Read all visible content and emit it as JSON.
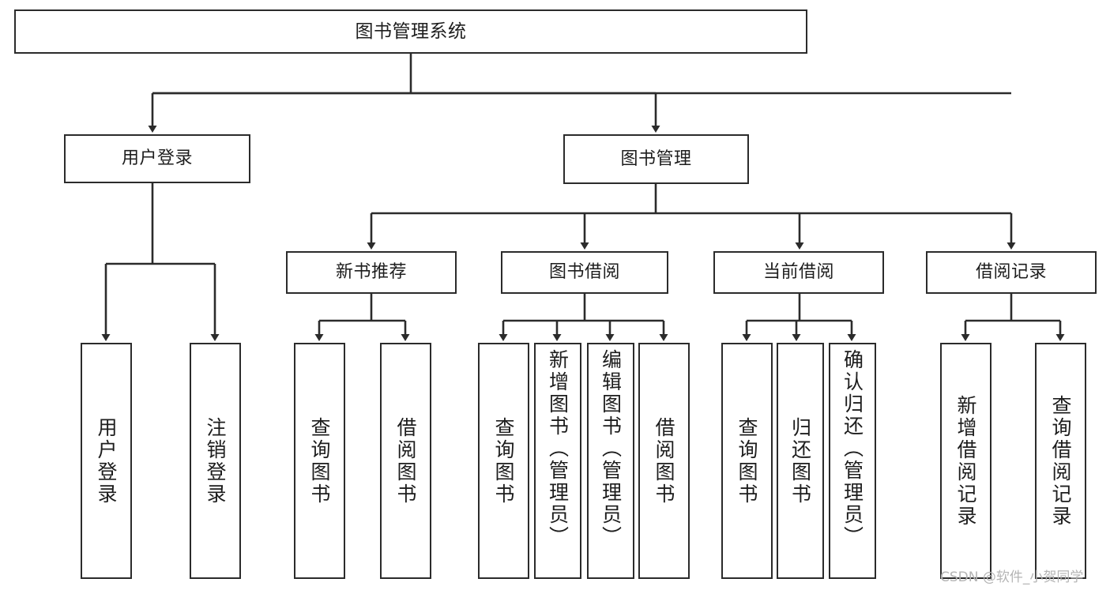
{
  "diagram": {
    "title": "图书管理系统",
    "type": "hierarchy-tree",
    "root": {
      "id": "root",
      "label": "图书管理系统"
    },
    "level1": [
      {
        "id": "user-login",
        "label": "用户登录"
      },
      {
        "id": "book-manage",
        "label": "图书管理"
      }
    ],
    "level2": [
      {
        "id": "new-book-recommend",
        "label": "新书推荐"
      },
      {
        "id": "book-borrow",
        "label": "图书借阅"
      },
      {
        "id": "current-borrow",
        "label": "当前借阅"
      },
      {
        "id": "borrow-record",
        "label": "借阅记录"
      }
    ],
    "leaves": {
      "user_login": [
        {
          "id": "leaf-user-login",
          "label": "用户登录"
        },
        {
          "id": "leaf-logout-login",
          "label": "注销登录"
        }
      ],
      "new_book_recommend": [
        {
          "id": "leaf-query-book-1",
          "label": "查询图书"
        },
        {
          "id": "leaf-borrow-book-1",
          "label": "借阅图书"
        }
      ],
      "book_borrow": [
        {
          "id": "leaf-query-book-2",
          "label": "查询图书"
        },
        {
          "id": "leaf-add-book",
          "label": "新增图书（管理员）"
        },
        {
          "id": "leaf-edit-book",
          "label": "编辑图书（管理员）"
        },
        {
          "id": "leaf-borrow-book-2",
          "label": "借阅图书"
        }
      ],
      "current_borrow": [
        {
          "id": "leaf-query-book-3",
          "label": "查询图书"
        },
        {
          "id": "leaf-return-book",
          "label": "归还图书"
        },
        {
          "id": "leaf-confirm-return",
          "label": "确认归还（管理员）"
        }
      ],
      "borrow_record": [
        {
          "id": "leaf-add-record",
          "label": "新增借阅记录"
        },
        {
          "id": "leaf-query-record",
          "label": "查询借阅记录"
        }
      ]
    }
  },
  "watermark": {
    "text": "CSDN @软件_小贺同学"
  },
  "colors": {
    "stroke": "#2b2b2b",
    "background": "#ffffff",
    "text": "#1d1d1d",
    "watermark": "#b4b4b4"
  }
}
